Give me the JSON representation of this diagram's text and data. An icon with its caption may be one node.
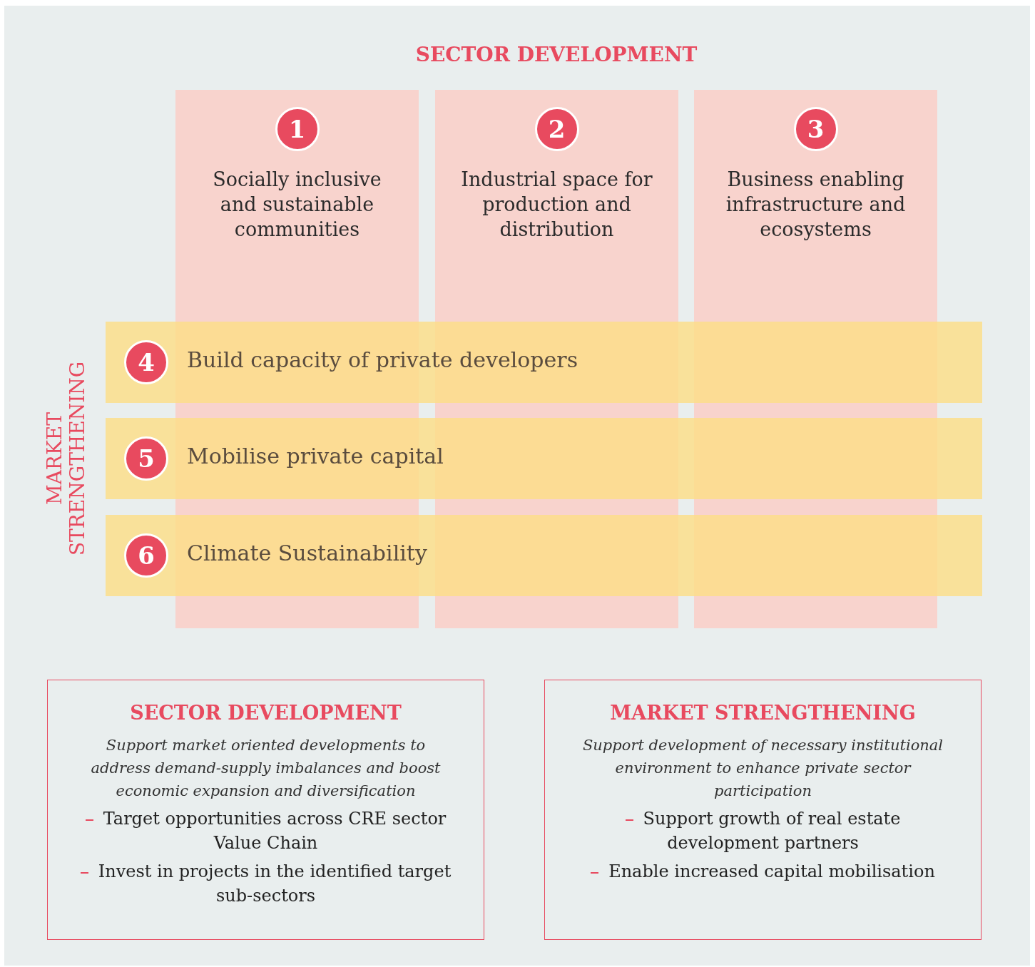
{
  "diagram": {
    "nodes": [
      {
        "text": [
          "1",
          "Socially inclusive and sustainable communities"
        ]
      },
      {
        "text": [
          "2",
          "Industrial space for production and distribution"
        ]
      },
      {
        "text": [
          "3",
          "Business enabling infrastructure and ecosystems"
        ]
      },
      {
        "text": [
          "4",
          "Build capacity of private developers"
        ]
      },
      {
        "text": [
          "5",
          "Mobilise private capital"
        ]
      },
      {
        "text": [
          "6",
          "Climate Sustainability"
        ]
      },
      {
        "text": [
          "SECTOR DEVELOPMENT",
          "Support market oriented developments to address demand-supply imbalances and boost economic expansion and diversification",
          "Target opportunities across CRE sector Value Chain",
          "Invest in projects in the identified target sub-sectors"
        ]
      },
      {
        "text": [
          "MARKET STRENGTHENING",
          "Support development of necessary institutional environment to enhance private sector participation",
          "Support growth of real estate development partners",
          "Enable increased capital mobilisation"
        ]
      }
    ],
    "labels": [
      "SECTOR DEVELOPMENT",
      "MARKET STRENGTHENING"
    ]
  }
}
